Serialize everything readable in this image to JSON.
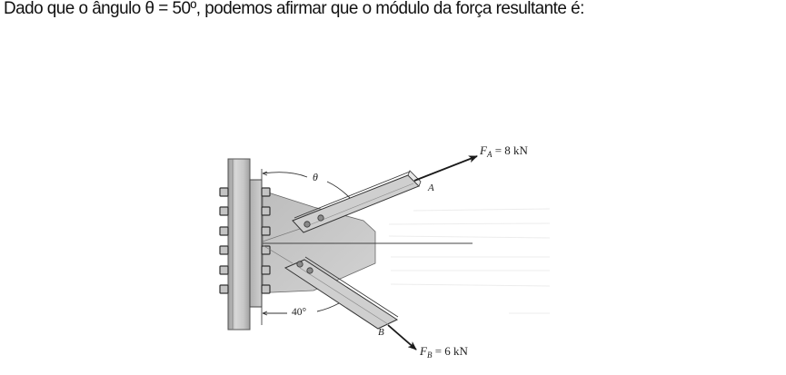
{
  "question": {
    "text": "Dado que o ângulo θ = 50º, podemos afirmar que o módulo da força resultante é:"
  },
  "figure": {
    "force_a": {
      "symbol": "F",
      "subscript": "A",
      "value_text": "= 8 kN",
      "magnitude_kN": 8
    },
    "force_b": {
      "symbol": "F",
      "subscript": "B",
      "value_text": "= 6 kN",
      "magnitude_kN": 6
    },
    "point_a_label": "A",
    "point_b_label": "B",
    "angle_theta_label": "θ",
    "angle_b_label": "40°",
    "colors": {
      "steel_light": "#d4d4d4",
      "steel_mid": "#b9b9b9",
      "steel_dark": "#8c8c8c",
      "gusset": "#c6c6c6",
      "outline": "#3a3a3a",
      "arrow": "#1a1a1a"
    }
  }
}
